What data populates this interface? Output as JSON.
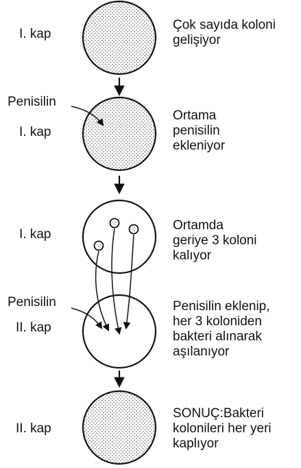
{
  "stages": [
    {
      "kap": "I. kap",
      "plate": "dense-colonies",
      "desc": [
        "Çok sayıda koloni",
        "gelişiyor"
      ]
    },
    {
      "kap": "I. kap",
      "plate": "dense-colonies",
      "added": "Penisilin",
      "desc": [
        "Ortama",
        "penisilin",
        "ekleniyor"
      ]
    },
    {
      "kap": "I. kap",
      "plate": "three-colonies",
      "desc": [
        "Ortamda",
        "geriye 3 koloni",
        "kalıyor"
      ]
    },
    {
      "kap": "II. kap",
      "plate": "empty-inoculated",
      "added": "Penisilin",
      "desc": [
        "Penisilin eklenip,",
        "her 3 koloniden",
        "bakteri alınarak",
        "aşılanıyor"
      ]
    },
    {
      "kap": "II. kap",
      "plate": "dense-colonies",
      "desc": [
        "SONUÇ:Bakteri",
        "kolonileri her yeri",
        "kaplıyor"
      ]
    }
  ],
  "colors": {
    "stroke": "#111111",
    "dots": "#8a8a8a",
    "background": "#ffffff"
  }
}
